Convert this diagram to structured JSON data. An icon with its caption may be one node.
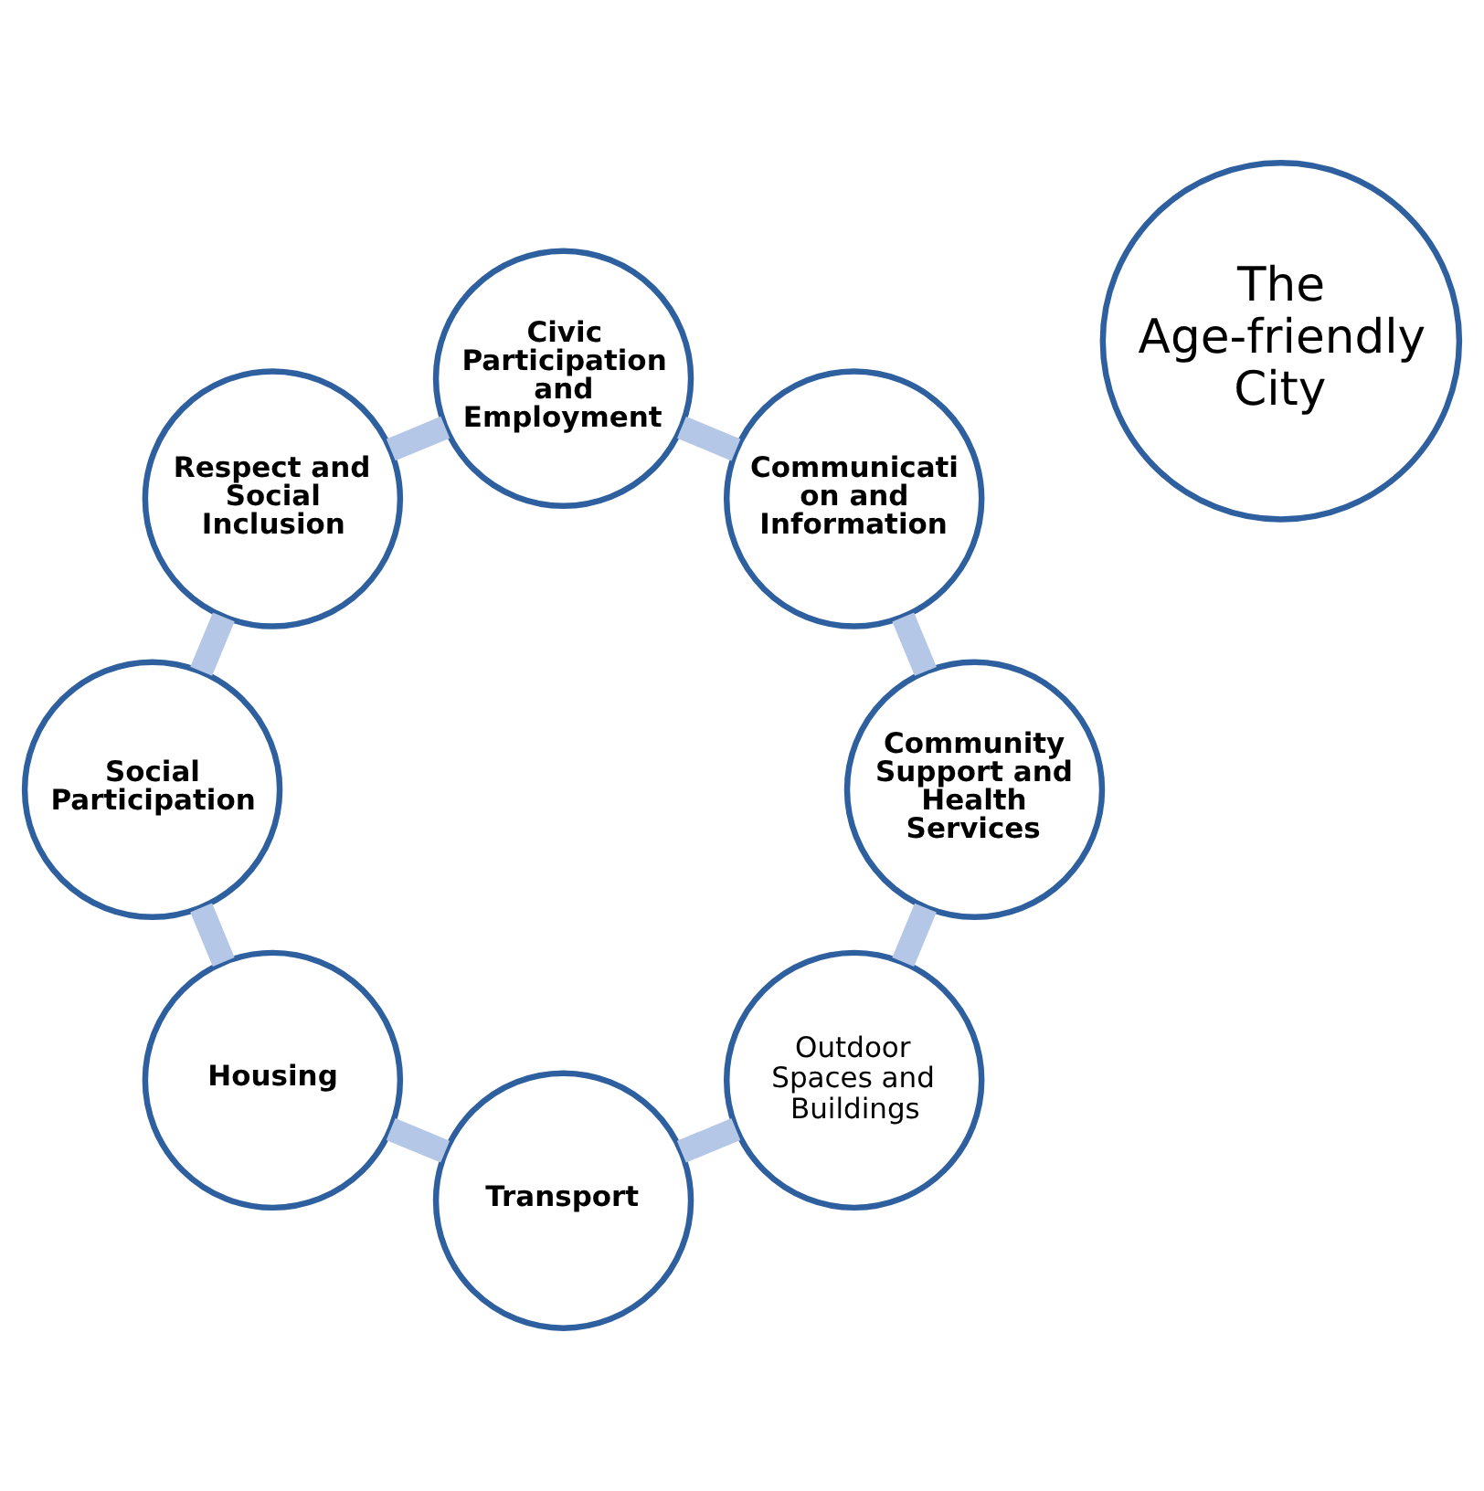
{
  "diagram": {
    "nodes": [
      {
        "text": [
          "Outdoor Spaces and Buildings"
        ]
      },
      {
        "text": [
          "Community Support and Health Services"
        ]
      },
      {
        "text": [
          "Transport"
        ]
      },
      {
        "text": [
          "Communicati on and Information"
        ]
      },
      {
        "text": [
          "The Age-friendly City"
        ]
      },
      {
        "text": [
          "Housing"
        ]
      },
      {
        "text": [
          "Civic Participation and Employment"
        ]
      },
      {
        "text": [
          "Social Participation"
        ]
      },
      {
        "text": [
          "Respect and Social Inclusion"
        ]
      }
    ],
    "edges": [
      {
        "from": 0,
        "to": 2,
        "arrow": "none"
      },
      {
        "from": 2,
        "to": 5,
        "arrow": "none"
      },
      {
        "from": 5,
        "to": 7,
        "arrow": "none"
      },
      {
        "from": 7,
        "to": 8,
        "arrow": "none"
      },
      {
        "from": 8,
        "to": 6,
        "arrow": "none"
      },
      {
        "from": 6,
        "to": 3,
        "arrow": "none"
      },
      {
        "from": 3,
        "to": 1,
        "arrow": "none"
      },
      {
        "from": 1,
        "to": 0,
        "arrow": "none"
      }
    ]
  }
}
